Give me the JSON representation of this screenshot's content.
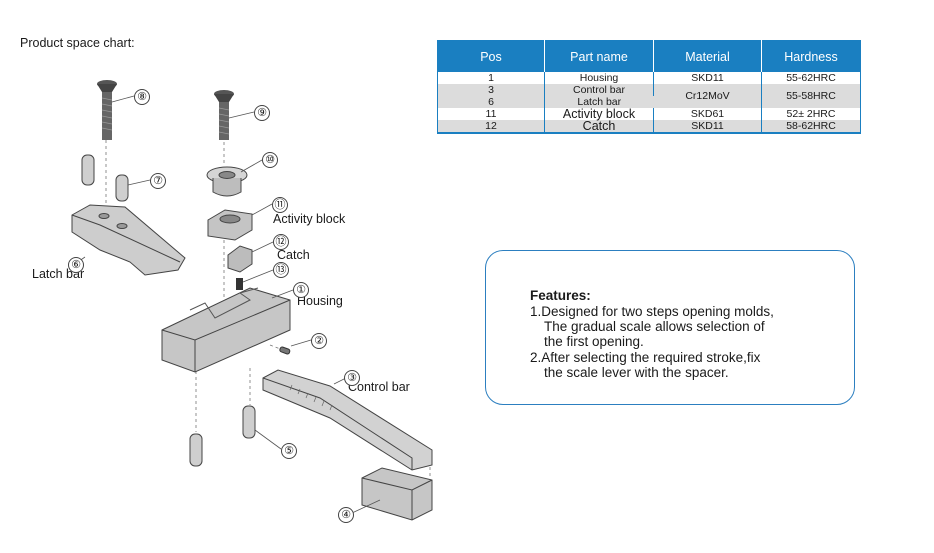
{
  "heading": "Product space chart:",
  "part_labels": {
    "activity_block": "Activity block",
    "catch": "Catch",
    "latch_bar": "Latch bar",
    "housing": "Housing",
    "control_bar": "Control bar"
  },
  "callouts": {
    "n1": "①",
    "n2": "②",
    "n3": "③",
    "n4": "④",
    "n5": "⑤",
    "n6": "⑥",
    "n7": "⑦",
    "n8": "⑧",
    "n9": "⑨",
    "n10": "⑩",
    "n11": "⑪",
    "n12": "⑫",
    "n13": "⑬"
  },
  "table": {
    "headers": [
      "Pos",
      "Part name",
      "Material",
      "Hardness"
    ],
    "rows": [
      {
        "pos": "1",
        "name": "Housing",
        "material": "SKD11",
        "hardness": "55-62HRC"
      },
      {
        "pos": "3",
        "name": "Control bar",
        "material": "Cr12MoV",
        "hardness": "55-58HRC"
      },
      {
        "pos": "6",
        "name": "Latch bar"
      },
      {
        "pos": "11",
        "name": "Activity block",
        "material": "SKD61",
        "hardness": "52± 2HRC"
      },
      {
        "pos": "12",
        "name": "Catch",
        "material": "SKD11",
        "hardness": "58-62HRC"
      }
    ]
  },
  "features": {
    "title": "Features:",
    "lines": [
      "1.Designed for two steps opening molds,",
      "The gradual scale allows selection of",
      "the first opening.",
      "2.After selecting the required stroke,fix",
      "the scale lever with the spacer."
    ]
  },
  "colors": {
    "table_header": "#1a7fc1",
    "row_shade": "#dcdcdc",
    "features_border": "#2c7fc0",
    "part_grey": "#c8c8c8"
  }
}
